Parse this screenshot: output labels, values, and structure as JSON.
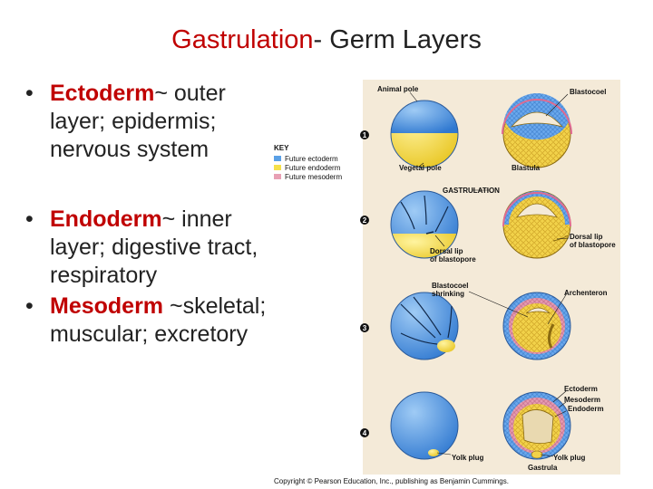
{
  "slide": {
    "title_highlight": "Gastrulation",
    "title_rest": "- Germ Layers",
    "bullets": [
      {
        "dot": "•",
        "term": "Ectoderm",
        "desc": "~ outer layer; epidermis; nervous system"
      },
      {
        "dot": "•",
        "term": "Endoderm",
        "desc": "~ inner layer; digestive tract, respiratory"
      },
      {
        "dot": "•",
        "term": "Mesoderm",
        "desc": " ~skeletal; muscular; excretory"
      }
    ]
  },
  "figure": {
    "key_title": "KEY",
    "key_items": [
      {
        "label": "Future ectoderm",
        "color": "#5aa0e6"
      },
      {
        "label": "Future endoderm",
        "color": "#f5e04a"
      },
      {
        "label": "Future mesoderm",
        "color": "#e8a0b4"
      }
    ],
    "labels": {
      "animal_pole": "Animal pole",
      "blastocoel": "Blastocoel",
      "vegetal_pole": "Vegetal pole",
      "blastula": "Blastula",
      "gastrulation": "GASTRULATION",
      "dorsal_lip_1": "Dorsal lip of blastopore",
      "dorsal_lip_2": "Dorsal lip of blastopore",
      "blastocoel_shrinking": "Blastocoel shrinking",
      "archenteron": "Archenteron",
      "ectoderm": "Ectoderm",
      "mesoderm": "Mesoderm",
      "endoderm": "Endoderm",
      "yolk_plug_1": "Yolk plug",
      "yolk_plug_2": "Yolk plug",
      "gastrula": "Gastrula"
    },
    "steps": [
      "1",
      "2",
      "3",
      "4"
    ],
    "copyright": "Copyright © Pearson Education, Inc., publishing as Benjamin Cummings."
  }
}
